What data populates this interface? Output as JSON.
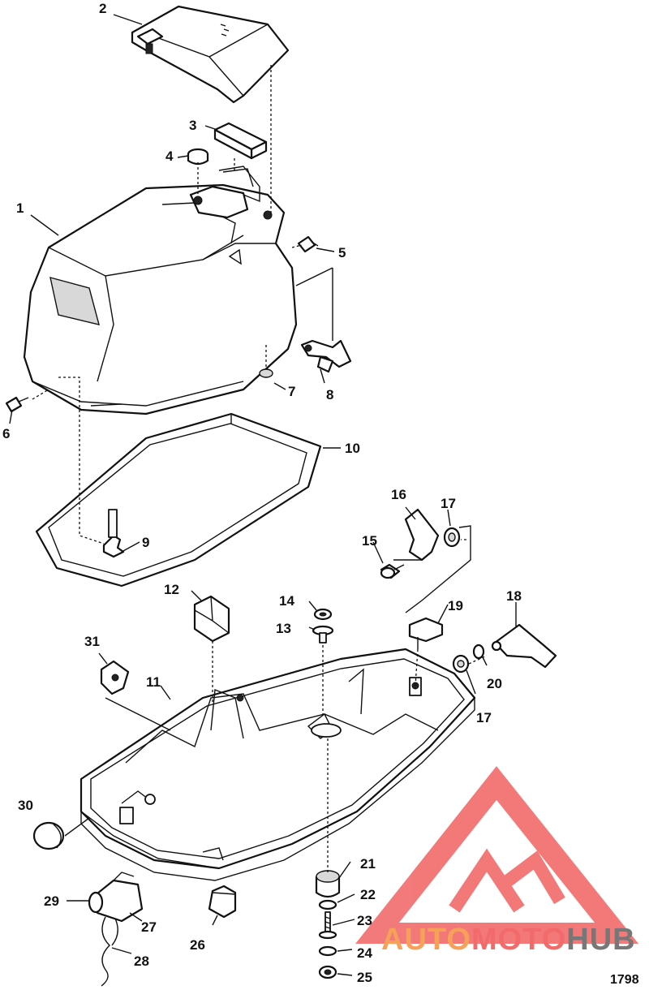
{
  "figure_number": "1798",
  "watermark": {
    "part1": "AUTO",
    "part2": "MOTO",
    "part3": "HUB",
    "color_primary": "#f26b6b",
    "color_secondary": "#f5a15a",
    "color_tertiary": "#777777"
  },
  "callouts": {
    "c1": "1",
    "c2": "2",
    "c3": "3",
    "c4": "4",
    "c5": "5",
    "c6": "6",
    "c7": "7",
    "c8": "8",
    "c9": "9",
    "c10": "10",
    "c11": "11",
    "c12": "12",
    "c13": "13",
    "c14": "14",
    "c15": "15",
    "c16": "16",
    "c17a": "17",
    "c17b": "17",
    "c18": "18",
    "c19": "19",
    "c20": "20",
    "c21": "21",
    "c22": "22",
    "c23": "23",
    "c24": "24",
    "c25": "25",
    "c26": "26",
    "c27": "27",
    "c28": "28",
    "c29": "29",
    "c30": "30",
    "c31": "31"
  }
}
